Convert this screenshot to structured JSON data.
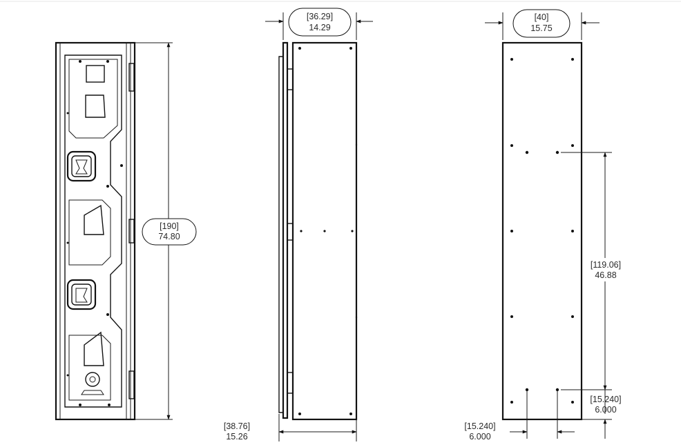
{
  "dimensions": {
    "height_overall": {
      "bracket": "[190]",
      "value": "74.80"
    },
    "depth_side": {
      "bracket": "[36.29]",
      "value": "14.29"
    },
    "depth_side_overall": {
      "bracket": "[38.76]",
      "value": "15.26"
    },
    "width_back": {
      "bracket": "[40]",
      "value": "15.75"
    },
    "hole_vertical_spacing": {
      "bracket": "[119.06]",
      "value": "46.88"
    },
    "hole_bottom_offset": {
      "bracket": "[15.240]",
      "value": "6.000"
    },
    "hole_horizontal_spacing": {
      "bracket": "[15.240]",
      "value": "6.000"
    }
  }
}
